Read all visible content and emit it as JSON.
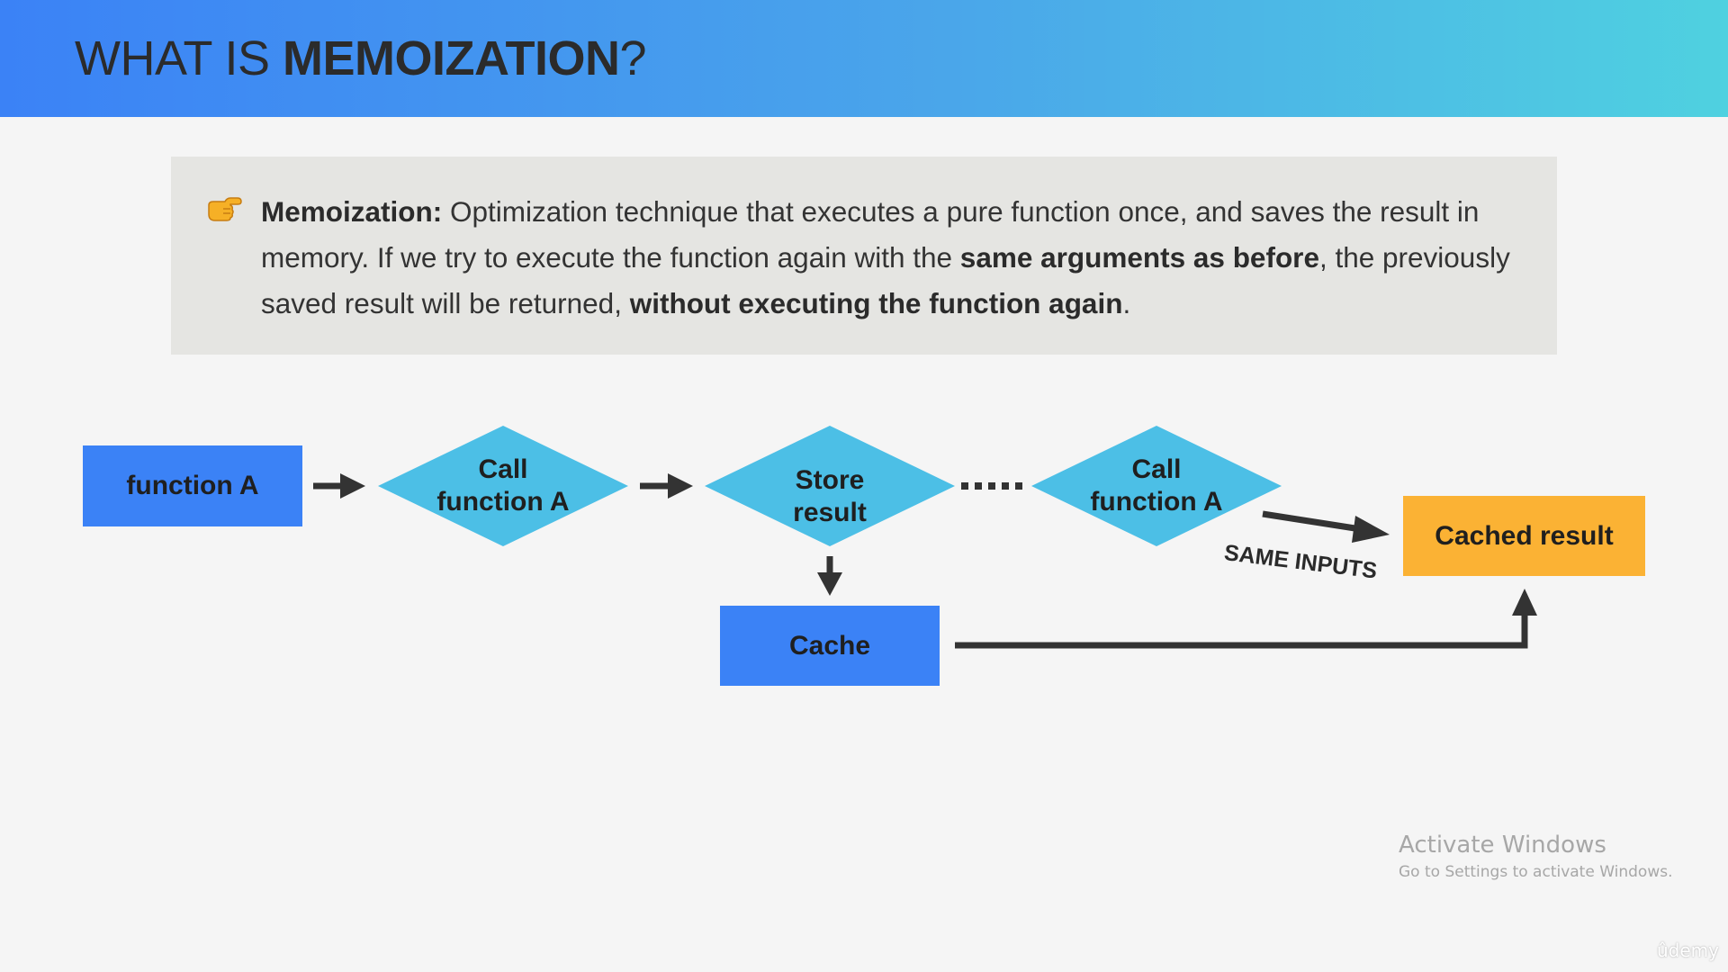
{
  "header": {
    "title_prefix": "WHAT IS ",
    "title_bold": "MEMOIZATION",
    "title_suffix": "?"
  },
  "definition": {
    "icon": "pointing-right-hand-icon",
    "term": "Memoization:",
    "text_1": " Optimization technique that executes a pure function once, and saves the result in memory. If we try to execute the function again with the ",
    "bold_1": "same arguments as before",
    "text_2": ", the previously saved result will be returned, ",
    "bold_2": "without executing the function again",
    "text_3": "."
  },
  "diagram": {
    "nodes": {
      "function_a": "function A",
      "call_1": "Call\nfunction A",
      "store": "Store\nresult",
      "call_2": "Call\nfunction A",
      "cache": "Cache",
      "cached_result": "Cached result"
    },
    "edge_label": "SAME INPUTS",
    "colors": {
      "rect_blue": "#3b82f6",
      "diamond_cyan": "#4cbfe6",
      "cached_orange": "#fbb234",
      "arrow": "#333333"
    }
  },
  "watermark": {
    "title": "Activate Windows",
    "subtitle": "Go to Settings to activate Windows.",
    "brand": "ûdemy"
  }
}
